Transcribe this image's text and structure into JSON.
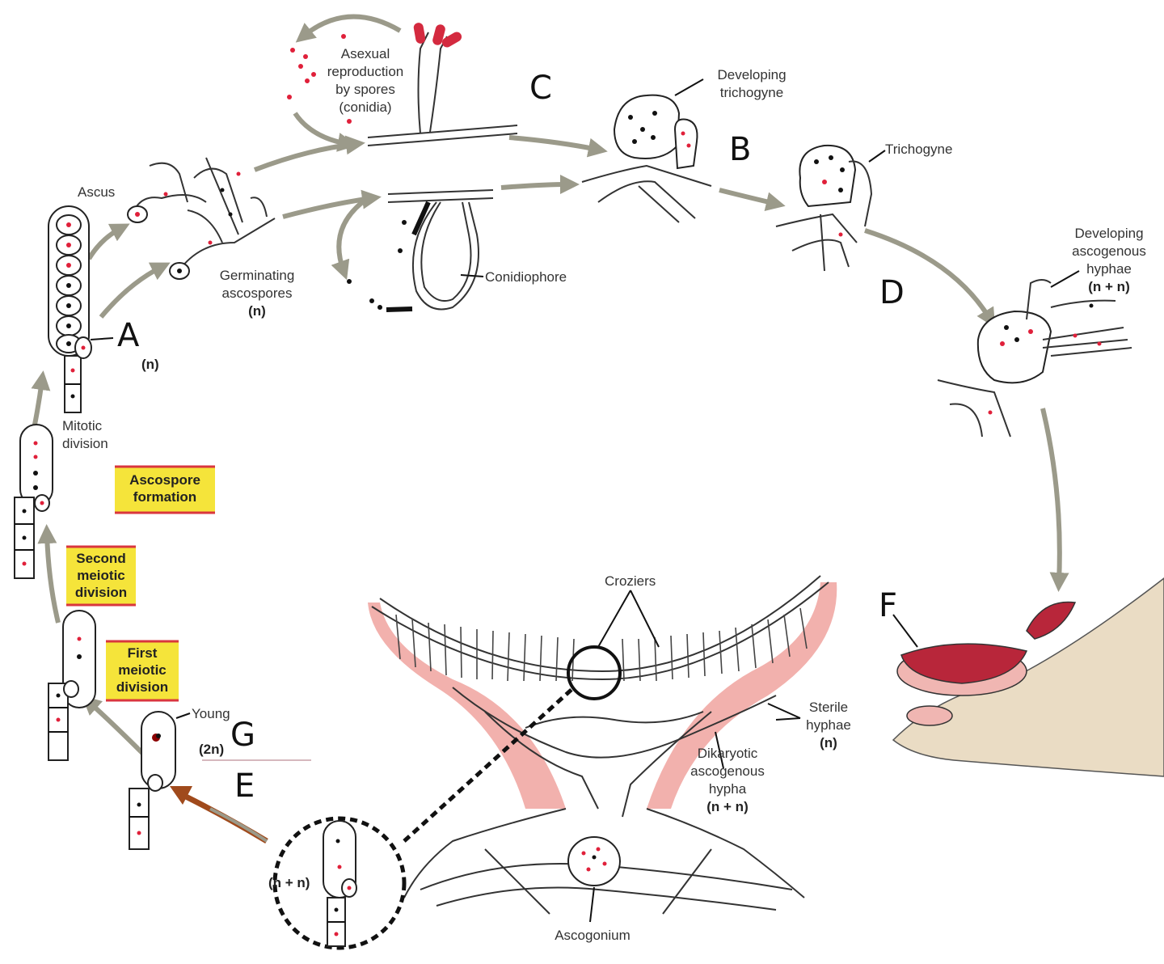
{
  "letters": [
    "A",
    "B",
    "C",
    "D",
    "E",
    "F",
    "G"
  ],
  "labels": {
    "ascus": "Ascus",
    "asexual": [
      "Asexual",
      "reproduction",
      "by spores",
      "(conidia)"
    ],
    "developing_trichogyne": [
      "Developing",
      "trichogyne"
    ],
    "trichogyne": "Trichogyne",
    "developing_ascogenous": [
      "Developing",
      "ascogenous",
      "hyphae",
      "(n + n)"
    ],
    "germinating": [
      "Germinating",
      "ascospores",
      "(n)"
    ],
    "conidiophore": "Conidiophore",
    "n_label": "(n)",
    "mitotic": [
      "Mitotic",
      "division"
    ],
    "croziers": "Croziers",
    "sterile": [
      "Sterile",
      "hyphae",
      "(n)"
    ],
    "dikaryotic": [
      "Dikaryotic",
      "ascogenous",
      "hypha",
      "(n + n)"
    ],
    "ascogonium": "Ascogonium",
    "young": "Young",
    "two_n": "(2n)",
    "n_plus_n": "(n + n)"
  },
  "stages": {
    "ascospore_formation": [
      "Ascospore",
      "formation"
    ],
    "second_meiotic": [
      "Second",
      "meiotic",
      "division"
    ],
    "first_meiotic": [
      "First",
      "meiotic",
      "division"
    ]
  },
  "colors": {
    "arrow": "#9b9a8a",
    "nucleus_red": "#e0203a",
    "fruiting_body": "#b8263a",
    "stage_highlight": "#f5e43a"
  }
}
